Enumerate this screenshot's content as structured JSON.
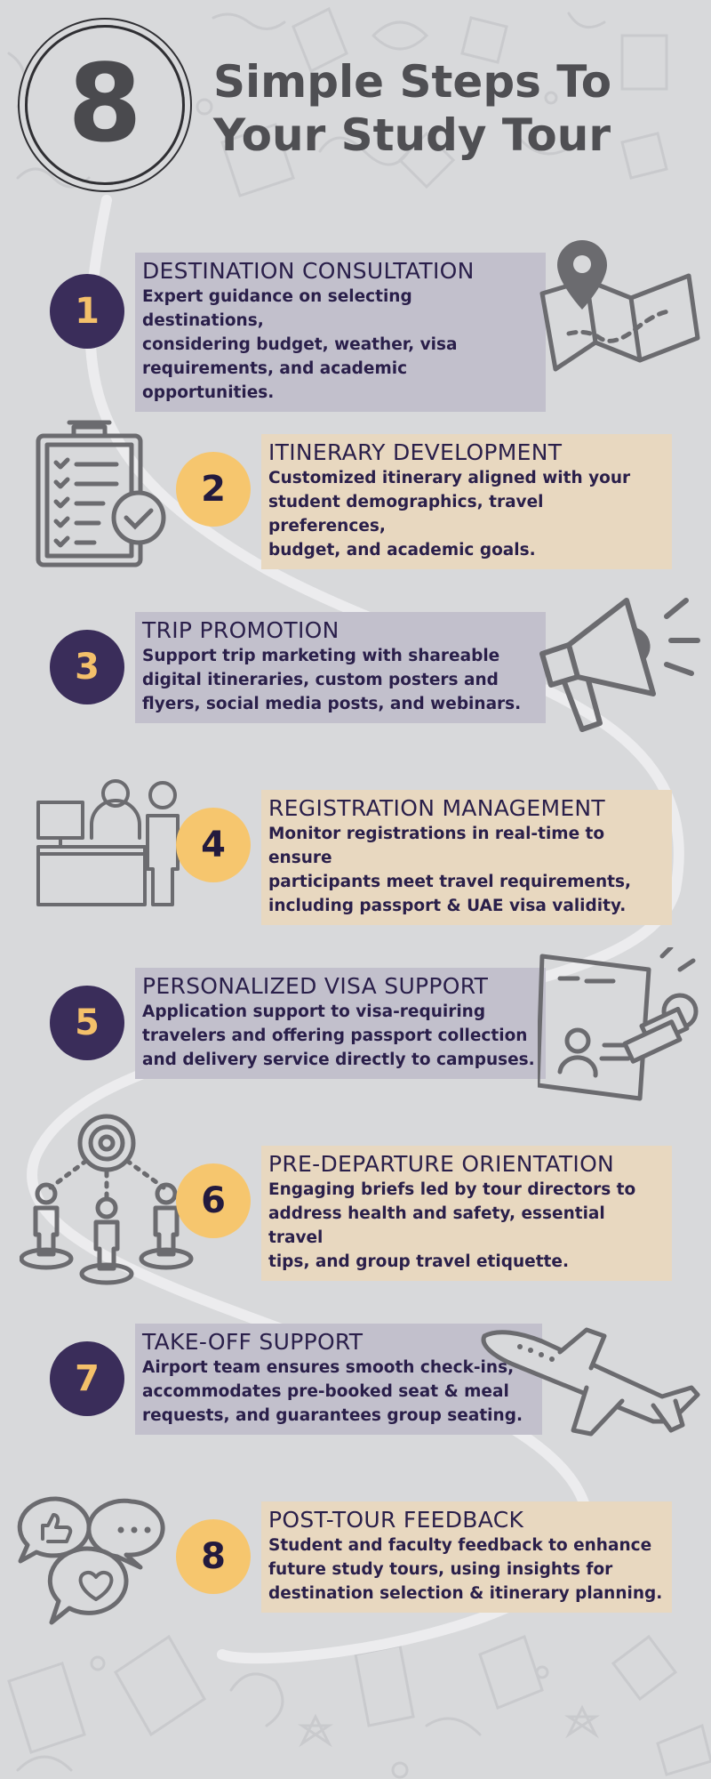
{
  "header": {
    "number": "8",
    "title_line1": "Simple Steps To",
    "title_line2": "Your Study Tour"
  },
  "colors": {
    "background": "#d8d9db",
    "purple": "#3a2d5a",
    "orange": "#f6c66e",
    "box_dark": "#c2c0cc",
    "box_light": "#e8d8c0",
    "icon_gray": "#6b6b6f"
  },
  "steps": [
    {
      "number": "1",
      "title": "DESTINATION CONSULTATION",
      "desc": [
        "Expert guidance on selecting destinations,",
        "considering budget, weather, visa",
        "requirements, and academic opportunities."
      ],
      "icon": "map-pin-icon"
    },
    {
      "number": "2",
      "title": "ITINERARY DEVELOPMENT",
      "desc": [
        "Customized itinerary aligned with your",
        "student demographics, travel preferences,",
        "budget, and academic goals."
      ],
      "icon": "clipboard-checklist-icon"
    },
    {
      "number": "3",
      "title": "TRIP PROMOTION",
      "desc": [
        "Support trip marketing with shareable",
        "digital itineraries, custom posters and",
        "flyers, social media posts, and webinars."
      ],
      "icon": "megaphone-icon"
    },
    {
      "number": "4",
      "title": "REGISTRATION MANAGEMENT",
      "desc": [
        "Monitor registrations in real-time to ensure",
        "participants meet travel requirements,",
        "including passport & UAE visa validity."
      ],
      "icon": "reception-desk-icon"
    },
    {
      "number": "5",
      "title": "PERSONALIZED VISA SUPPORT",
      "desc": [
        "Application support to visa-requiring",
        "travelers and offering passport collection",
        "and delivery service directly to campuses."
      ],
      "icon": "passport-stamp-icon"
    },
    {
      "number": "6",
      "title": "PRE-DEPARTURE ORIENTATION",
      "desc": [
        "Engaging briefs led by tour directors to",
        "address health and safety, essential travel",
        "tips, and group travel etiquette."
      ],
      "icon": "group-target-icon"
    },
    {
      "number": "7",
      "title": "TAKE-OFF SUPPORT",
      "desc": [
        "Airport team ensures smooth check-ins,",
        "accommodates pre-booked seat & meal",
        "requests, and guarantees group seating."
      ],
      "icon": "airplane-icon"
    },
    {
      "number": "8",
      "title": "POST-TOUR FEEDBACK",
      "desc": [
        "Student and faculty feedback to enhance",
        "future study tours, using insights for",
        "destination selection & itinerary planning."
      ],
      "icon": "feedback-bubbles-icon"
    }
  ]
}
